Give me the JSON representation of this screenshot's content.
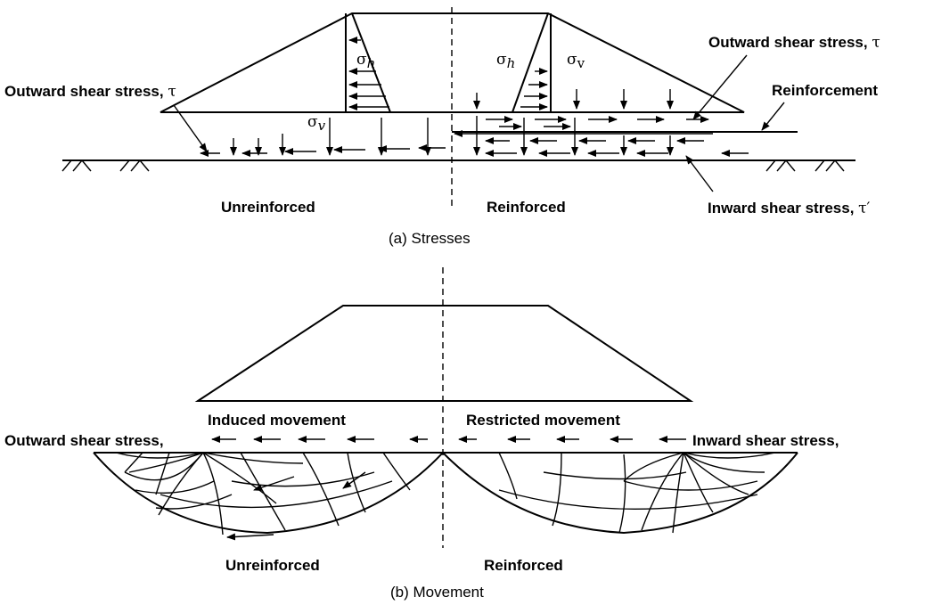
{
  "panel_a": {
    "label_outward_left": "Outward shear stress,",
    "label_outward_left_symbol": "τ",
    "label_outward_right": "Outward shear stress,",
    "label_outward_right_symbol": "τ",
    "label_reinforcement": "Reinforcement",
    "label_inward": "Inward shear stress,",
    "label_inward_symbol": "τ′",
    "label_sigma_h": "σ",
    "label_sigma_h_sub": "h",
    "label_sigma_v": "σ",
    "label_sigma_v_sub": "v",
    "label_unreinforced": "Unreinforced",
    "label_reinforced": "Reinforced",
    "caption": "(a) Stresses"
  },
  "panel_b": {
    "label_induced": "Induced movement",
    "label_restricted": "Restricted movement",
    "label_outward": "Outward shear stress,",
    "label_inward": "Inward shear stress,",
    "label_unreinforced": "Unreinforced",
    "label_reinforced": "Reinforced",
    "caption": "(b) Movement"
  }
}
